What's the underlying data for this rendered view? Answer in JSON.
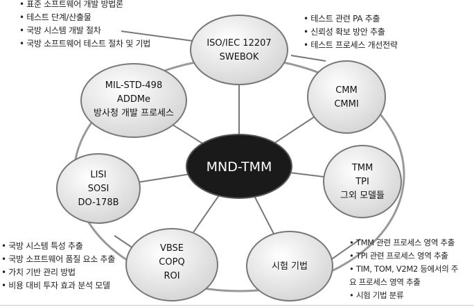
{
  "center": "MND-TMM",
  "nodes": {
    "iso": [
      "ISO/IEC 12207",
      "SWEBOK"
    ],
    "mil": [
      "MIL-STD-498",
      "ADDMe",
      "방사청 개발 프로세스"
    ],
    "cmm": [
      "CMM",
      "CMMI"
    ],
    "lisi": [
      "LISI",
      "SOSI",
      "DO-178B"
    ],
    "tmm": [
      "TMM",
      "TPI",
      "그외 모델들"
    ],
    "vbse": [
      "VBSE",
      "COPQ",
      "ROI"
    ],
    "test": [
      "시험 기법"
    ]
  },
  "notes": {
    "top_left": [
      "• 표준 소프트웨어 개발 방법론",
      "• 테스트 단계/산출물",
      "• 국방 시스템 개발 절차",
      "• 국방 소프트웨어 테스트 절차 및 기법"
    ],
    "top_right": [
      "• 테스트 관련 PA 추출",
      "• 신뢰성 확보 방안 추출",
      "• 테스트 프로세스 개선전략"
    ],
    "bottom_left": [
      "• 국방 시스템 특성 추출",
      "• 국방 소프트웨어 품질 요소 추출",
      "• 가치 기반 관리 방법",
      "• 비용 대비 투자 효과 분석 모델"
    ],
    "bottom_right": [
      "• TMM 관련 프로세스 영역 추출",
      "• TPI 관련 프로세스 영역 추출",
      "• TIM, TOM, V2M2 등에서의 주",
      "요 프로세스 영역 추출",
      "• 시험 기법 분류"
    ]
  }
}
